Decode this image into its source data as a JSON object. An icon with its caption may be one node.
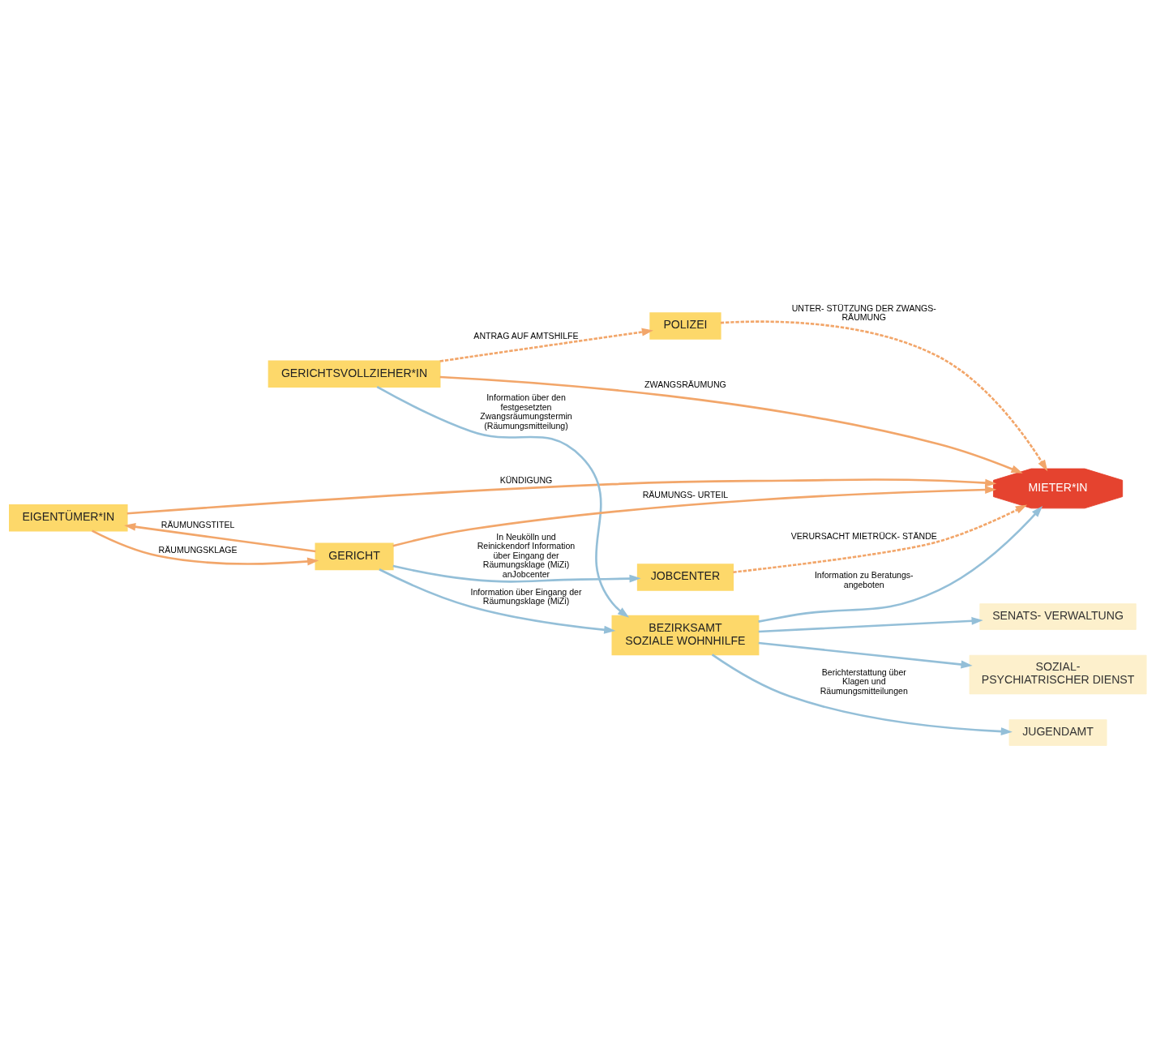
{
  "diagram": {
    "nodes": [
      {
        "text": [
          "EIGENTÜMER*IN"
        ]
      },
      {
        "text": [
          "JOBCENTER"
        ]
      },
      {
        "text": [
          "BEZIRKSAMT",
          "SOZIALE WOHNHILFE"
        ]
      },
      {
        "text": [
          "POLIZEI"
        ]
      },
      {
        "text": [
          "GERICHTSVOLLZIEHER*IN"
        ]
      },
      {
        "text": [
          "GERICHT"
        ]
      },
      {
        "text": [
          "MIETER*IN"
        ]
      },
      {
        "text": [
          "SOZIAL- PSYCHIATRISCHER DIENST"
        ]
      },
      {
        "text": [
          "JUGENDAMT"
        ]
      },
      {
        "text": [
          "SENATS- VERWALTUNG"
        ]
      }
    ],
    "edges": [
      {
        "from": 0,
        "to": 6,
        "arrow": "to",
        "label": "KÜNDIGUNG",
        "color": "#f2a66a"
      },
      {
        "from": 1,
        "to": 6,
        "arrow": "to",
        "label": "VERURSACHT MIETRÜCK- STÄNDE",
        "style": "dashed",
        "color": "#f2a66a"
      },
      {
        "from": 2,
        "to": 6,
        "arrow": "to",
        "label": "Information zu Beratungs- angeboten",
        "color": "#94bfd8"
      },
      {
        "from": 3,
        "to": 6,
        "arrow": "to",
        "label": "UNTER- STÜTZUNG DER ZWANGS- RÄUMUNG",
        "style": "dashed",
        "color": "#f2a66a"
      },
      {
        "from": 4,
        "to": 6,
        "arrow": "to",
        "label": "ZWANGSRÄUMUNG",
        "color": "#f2a66a"
      },
      {
        "from": 5,
        "to": 6,
        "arrow": "to",
        "label": "RÄUMUNGS- URTEIL",
        "color": "#f2a66a"
      },
      {
        "from": 5,
        "to": 0,
        "arrow": "to",
        "label": "RÄUMUNGSTITEL",
        "color": "#f2a66a"
      },
      {
        "from": 0,
        "to": 5,
        "arrow": "to",
        "label": "RÄUMUNGSKLAGE",
        "color": "#f2a66a"
      },
      {
        "from": 5,
        "to": 1,
        "arrow": "to",
        "label": "In Neukölln und Reinickendorf Information über Eingang der Räumungsklage (MiZi) anJobcenter",
        "color": "#94bfd8"
      },
      {
        "from": 5,
        "to": 2,
        "arrow": "to",
        "label": "Information über Eingang der Räumungsklage (MiZi)",
        "color": "#94bfd8"
      },
      {
        "from": 4,
        "to": 2,
        "arrow": "to",
        "label": "Information über den festgesetzten Zwangsräumungstermin (Räumungsmitteilung)",
        "color": "#94bfd8"
      },
      {
        "from": 4,
        "to": 3,
        "arrow": "to",
        "label": "ANTRAG AUF AMTSHILFE",
        "style": "dashed",
        "color": "#f2a66a"
      },
      {
        "from": 2,
        "to": 7,
        "arrow": "to",
        "color": "#94bfd8"
      },
      {
        "from": 2,
        "to": 8,
        "arrow": "to",
        "label": "Berichterstattung über Klagen und Räumungsmitteilungen",
        "color": "#94bfd8"
      },
      {
        "from": 2,
        "to": 9,
        "arrow": "to",
        "color": "#94bfd8"
      }
    ]
  }
}
